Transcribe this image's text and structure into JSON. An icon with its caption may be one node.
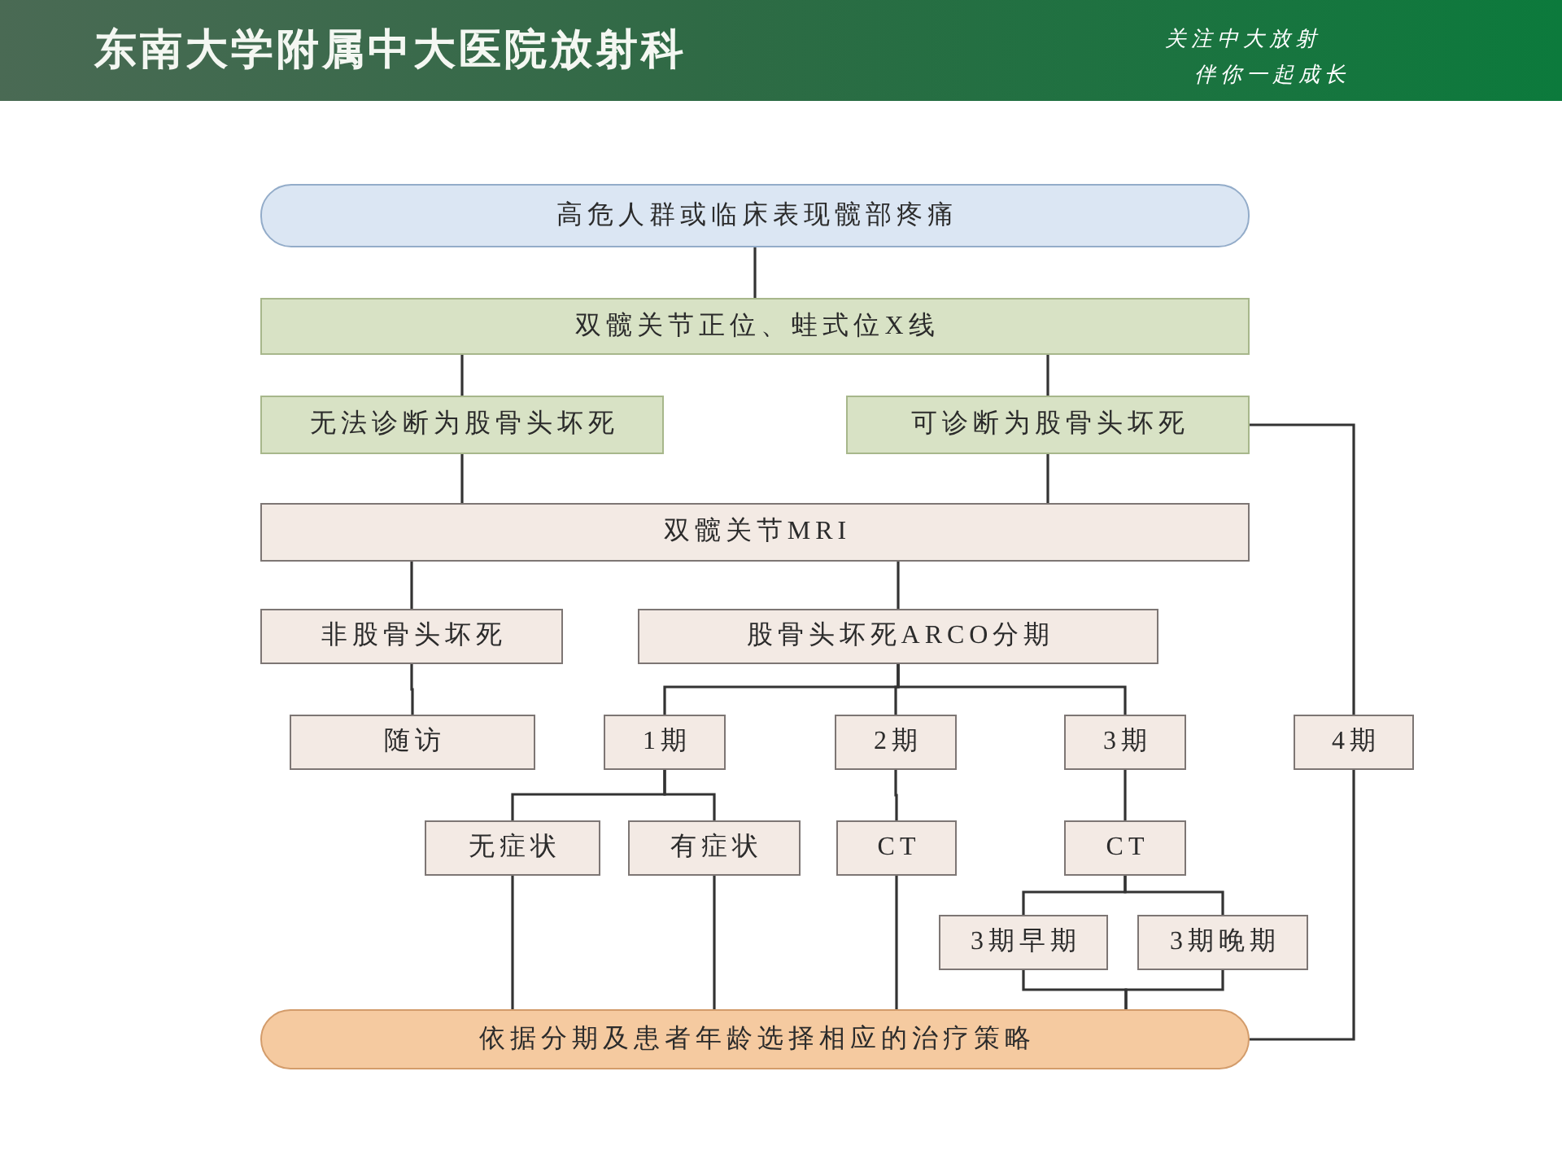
{
  "diagram": {
    "title": "东南大学附属中大医院放射科",
    "nodes": [
      {
        "text": [
          "高危人群或临床表现髋部疼痛"
        ]
      },
      {
        "text": [
          "双髋关节正位、蛙式位X线"
        ]
      },
      {
        "text": [
          "无法诊断为股骨头坏死"
        ]
      },
      {
        "text": [
          "可诊断为股骨头坏死"
        ]
      },
      {
        "text": [
          "双髋关节MRI"
        ]
      },
      {
        "text": [
          "非股骨头坏死"
        ]
      },
      {
        "text": [
          "股骨头坏死ARCO分期"
        ]
      },
      {
        "text": [
          "随访"
        ]
      },
      {
        "text": [
          "1期"
        ]
      },
      {
        "text": [
          "2期"
        ]
      },
      {
        "text": [
          "3期"
        ]
      },
      {
        "text": [
          "4期"
        ]
      },
      {
        "text": [
          "无症状"
        ]
      },
      {
        "text": [
          "有症状"
        ]
      },
      {
        "text": [
          "CT"
        ]
      },
      {
        "text": [
          "CT"
        ]
      },
      {
        "text": [
          "3期早期"
        ]
      },
      {
        "text": [
          "3期晚期"
        ]
      },
      {
        "text": [
          "依据分期及患者年龄选择相应的治疗策略"
        ]
      }
    ],
    "edges": [
      {
        "from": 0,
        "to": 1,
        "arrow": "none"
      },
      {
        "from": 1,
        "to": 2,
        "arrow": "none"
      },
      {
        "from": 1,
        "to": 3,
        "arrow": "none"
      },
      {
        "from": 3,
        "to": 11,
        "arrow": "none"
      },
      {
        "from": 2,
        "to": 4,
        "arrow": "none"
      },
      {
        "from": 3,
        "to": 4,
        "arrow": "none"
      },
      {
        "from": 4,
        "to": 5,
        "arrow": "none"
      },
      {
        "from": 4,
        "to": 6,
        "arrow": "none"
      },
      {
        "from": 5,
        "to": 7,
        "arrow": "none"
      },
      {
        "from": 6,
        "to": 8,
        "arrow": "none"
      },
      {
        "from": 6,
        "to": 9,
        "arrow": "none"
      },
      {
        "from": 6,
        "to": 10,
        "arrow": "none"
      },
      {
        "from": 8,
        "to": 12,
        "arrow": "none"
      },
      {
        "from": 8,
        "to": 13,
        "arrow": "none"
      },
      {
        "from": 9,
        "to": 14,
        "arrow": "none"
      },
      {
        "from": 10,
        "to": 15,
        "arrow": "none"
      },
      {
        "from": 15,
        "to": 16,
        "arrow": "none"
      },
      {
        "from": 15,
        "to": 17,
        "arrow": "none"
      },
      {
        "from": 12,
        "to": 18,
        "arrow": "none"
      },
      {
        "from": 13,
        "to": 18,
        "arrow": "none"
      },
      {
        "from": 14,
        "to": 18,
        "arrow": "none"
      },
      {
        "from": 16,
        "to": 18,
        "arrow": "none"
      },
      {
        "from": 17,
        "to": 18,
        "arrow": "none"
      },
      {
        "from": 11,
        "to": 18,
        "arrow": "none"
      }
    ],
    "labels": [
      "关注中大放射",
      "伴你一起成长"
    ]
  }
}
